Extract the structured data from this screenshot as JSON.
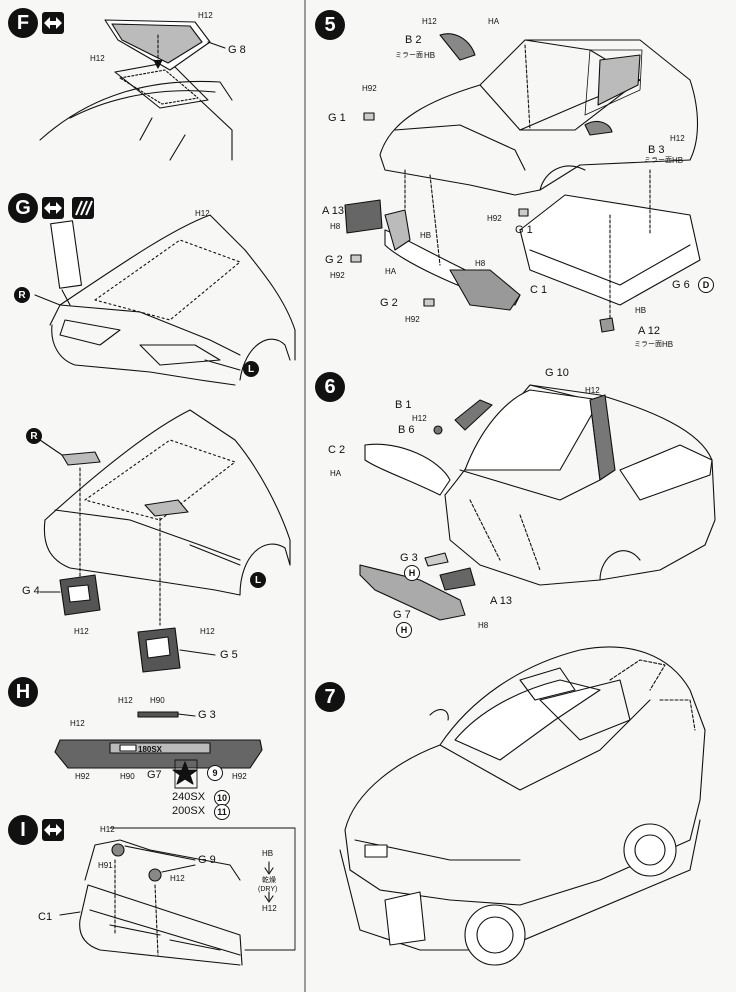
{
  "steps": {
    "F": "F",
    "G": "G",
    "H": "H",
    "I": "I",
    "s5": "5",
    "s6": "6",
    "s7": "7"
  },
  "paint": {
    "h12": "H12",
    "h90": "H90",
    "h92": "H92",
    "ha": "HA",
    "hb": "HB",
    "h8": "H8",
    "h91": "H91"
  },
  "parts": {
    "g8": "G 8",
    "g4": "G 4",
    "g5": "G 5",
    "g3": "G 3",
    "g7": "G7",
    "g9": "G 9",
    "c1": "C 1",
    "c1b": "C1",
    "b2": "B 2",
    "g1": "G 1",
    "g1b": "G 1",
    "b3": "B 3",
    "a13": "A 13",
    "a13b": "A 13",
    "g2": "G 2",
    "g2b": "G 2",
    "g6": "G 6",
    "a12": "A 12",
    "b1": "B 1",
    "b6": "B 6",
    "g10": "G 10",
    "c2": "C 2",
    "g3b": "G 3",
    "g7b": "G 7"
  },
  "marks": {
    "R": "R",
    "L": "L",
    "Hmark": "H",
    "D": "D",
    "decal": "9",
    "decal240": "10",
    "decal200": "11"
  },
  "texts": {
    "mirror": "ミラー面",
    "plate": "180SX",
    "sx240": "240SX",
    "sx200": "200SX",
    "dry_jp": "乾燥",
    "dry_en": "(DRY)"
  },
  "colors": {
    "ink": "#111111",
    "paper": "#f7f7f5",
    "gray": "#8c8c8c",
    "dark": "#555555"
  }
}
